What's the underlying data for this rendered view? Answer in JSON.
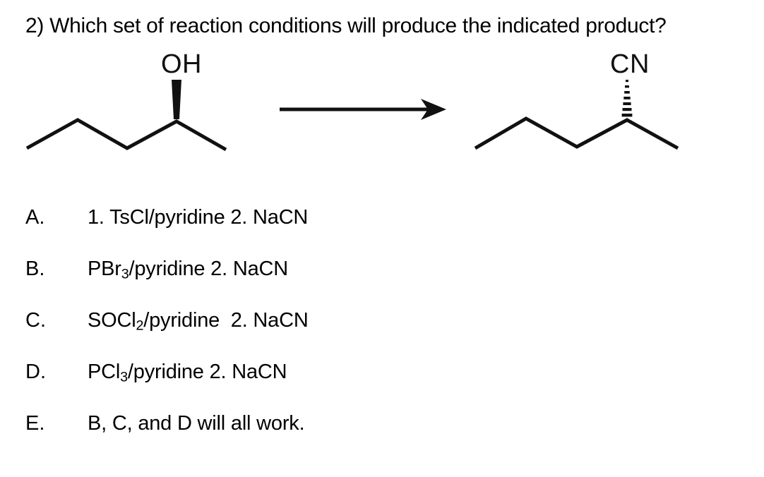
{
  "question": {
    "number": "2)",
    "text": "2) Which set of reaction conditions will produce the indicated product?"
  },
  "reaction": {
    "arrow_icon": "reaction-arrow-right",
    "reactant": {
      "name": "pentan-2-ol",
      "label": "OH",
      "stereo_bond": "bold-wedge",
      "skeleton_vertices": "38,210 110,170 180,210 250,172 320,212"
    },
    "product": {
      "name": "2-methylpentanenitrile-skeleton",
      "label": "CN",
      "stereo_bond": "hashed-wedge",
      "skeleton_vertices": "673,210 745,168 817,208 888,170 960,210"
    }
  },
  "answers": [
    {
      "letter": "A.",
      "text_parts": [
        {
          "t": "1. TsCl/pyridine 2. NaCN",
          "sub": false
        }
      ]
    },
    {
      "letter": "B.",
      "text_parts": [
        {
          "t": "PBr",
          "sub": false
        },
        {
          "t": "3",
          "sub": true
        },
        {
          "t": "/pyridine 2. NaCN",
          "sub": false
        }
      ]
    },
    {
      "letter": "C.",
      "text_parts": [
        {
          "t": "SOCl",
          "sub": false
        },
        {
          "t": "2",
          "sub": true
        },
        {
          "t": "/pyridine  2. NaCN",
          "sub": false
        }
      ]
    },
    {
      "letter": "D.",
      "text_parts": [
        {
          "t": "PCl",
          "sub": false
        },
        {
          "t": "3",
          "sub": true
        },
        {
          "t": "/pyridine 2. NaCN",
          "sub": false
        }
      ]
    },
    {
      "letter": "E.",
      "text_parts": [
        {
          "t": "B, C, and D will all work.",
          "sub": false
        }
      ]
    }
  ],
  "colors": {
    "background": "#ffffff",
    "ink": "#000000",
    "structure_ink": "#111111"
  }
}
